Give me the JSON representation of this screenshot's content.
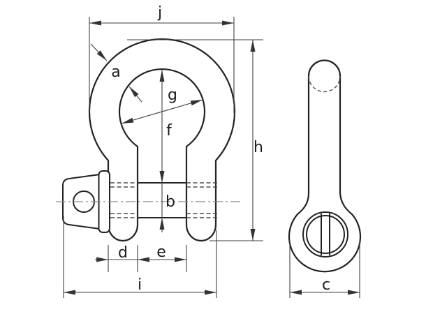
{
  "drawing": {
    "kind": "technical-dimension-drawing",
    "subject": "bow-shackle-with-screw-pin",
    "views": [
      {
        "id": "front-view",
        "dimension_labels": [
          "j",
          "a",
          "g",
          "f",
          "h",
          "b",
          "d",
          "e",
          "i"
        ]
      },
      {
        "id": "side-view",
        "dimension_labels": [
          "c"
        ]
      }
    ]
  },
  "labels": {
    "j": "j",
    "a": "a",
    "g": "g",
    "f": "f",
    "h": "h",
    "b": "b",
    "d": "d",
    "e": "e",
    "i": "i",
    "c": "c"
  },
  "colors": {
    "background": "#ffffff",
    "outline": "#232323",
    "dimension_line": "#3f3f3f",
    "hidden_line": "#4d4d4d",
    "centerline": "#8a8a8a",
    "label_text": "#1d1d1d"
  }
}
